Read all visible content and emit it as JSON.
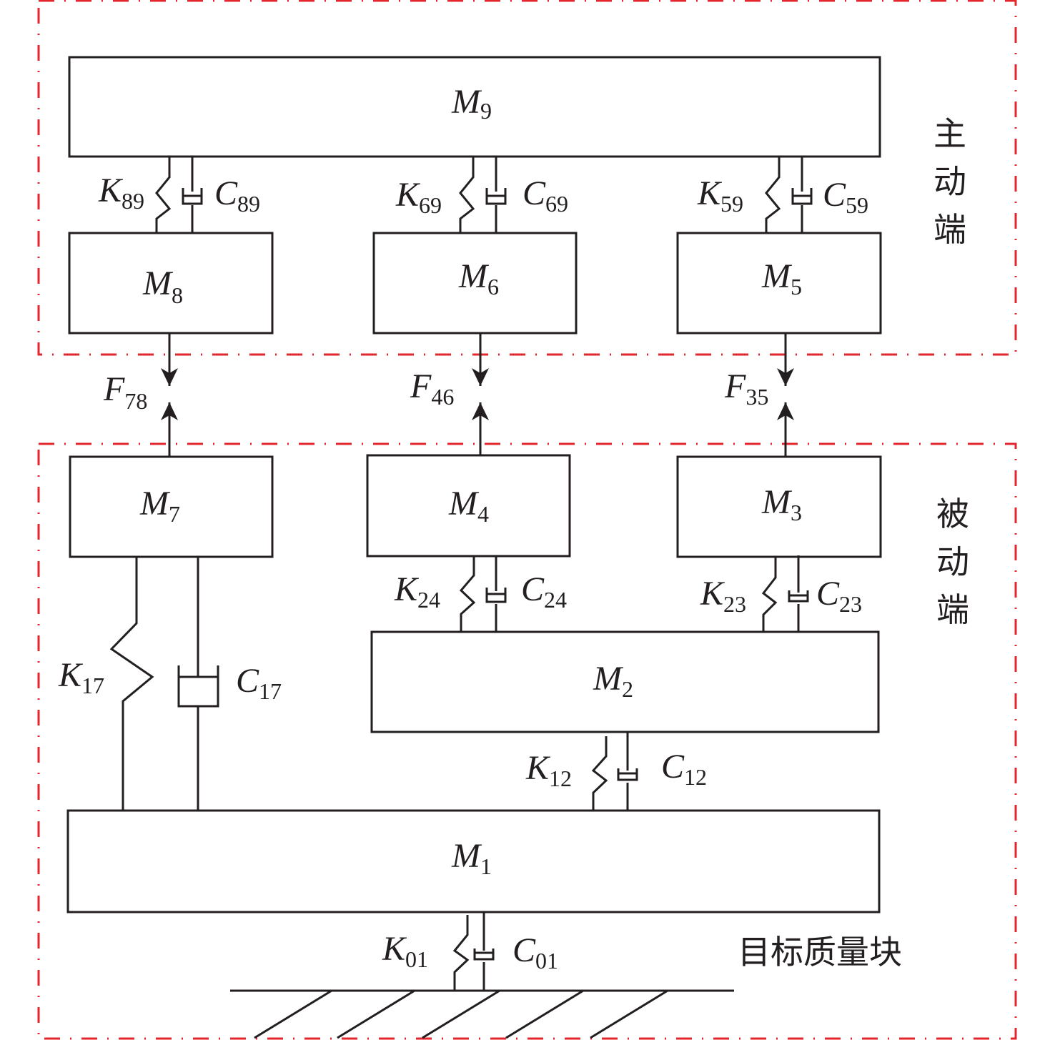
{
  "colors": {
    "line": "#231f20",
    "frame": "#e3262e",
    "background": "#ffffff"
  },
  "regions": {
    "active": {
      "label_chars": [
        "主",
        "动",
        "端"
      ]
    },
    "passive": {
      "label_chars": [
        "被",
        "动",
        "端"
      ]
    }
  },
  "target_label": "目标质量块",
  "masses": {
    "M9": {
      "main": "M",
      "sub": "9"
    },
    "M8": {
      "main": "M",
      "sub": "8"
    },
    "M6": {
      "main": "M",
      "sub": "6"
    },
    "M5": {
      "main": "M",
      "sub": "5"
    },
    "M7": {
      "main": "M",
      "sub": "7"
    },
    "M4": {
      "main": "M",
      "sub": "4"
    },
    "M3": {
      "main": "M",
      "sub": "3"
    },
    "M2": {
      "main": "M",
      "sub": "2"
    },
    "M1": {
      "main": "M",
      "sub": "1"
    }
  },
  "springs": {
    "K89": {
      "main": "K",
      "sub": "89"
    },
    "K69": {
      "main": "K",
      "sub": "69"
    },
    "K59": {
      "main": "K",
      "sub": "59"
    },
    "K24": {
      "main": "K",
      "sub": "24"
    },
    "K23": {
      "main": "K",
      "sub": "23"
    },
    "K17": {
      "main": "K",
      "sub": "17"
    },
    "K12": {
      "main": "K",
      "sub": "12"
    },
    "K01": {
      "main": "K",
      "sub": "01"
    }
  },
  "dampers": {
    "C89": {
      "main": "C",
      "sub": "89"
    },
    "C69": {
      "main": "C",
      "sub": "69"
    },
    "C59": {
      "main": "C",
      "sub": "59"
    },
    "C24": {
      "main": "C",
      "sub": "24"
    },
    "C23": {
      "main": "C",
      "sub": "23"
    },
    "C17": {
      "main": "C",
      "sub": "17"
    },
    "C12": {
      "main": "C",
      "sub": "12"
    },
    "C01": {
      "main": "C",
      "sub": "01"
    }
  },
  "forces": {
    "F78": {
      "main": "F",
      "sub": "78"
    },
    "F46": {
      "main": "F",
      "sub": "46"
    },
    "F35": {
      "main": "F",
      "sub": "35"
    }
  },
  "connections": [
    {
      "from": "M9",
      "to": "M8",
      "spring": "K89",
      "damper": "C89"
    },
    {
      "from": "M9",
      "to": "M6",
      "spring": "K69",
      "damper": "C69"
    },
    {
      "from": "M9",
      "to": "M5",
      "spring": "K59",
      "damper": "C59"
    },
    {
      "from": "M8",
      "to": "M7",
      "force": "F78"
    },
    {
      "from": "M6",
      "to": "M4",
      "force": "F46"
    },
    {
      "from": "M5",
      "to": "M3",
      "force": "F35"
    },
    {
      "from": "M4",
      "to": "M2",
      "spring": "K24",
      "damper": "C24"
    },
    {
      "from": "M3",
      "to": "M2",
      "spring": "K23",
      "damper": "C23"
    },
    {
      "from": "M7",
      "to": "M1",
      "spring": "K17",
      "damper": "C17"
    },
    {
      "from": "M2",
      "to": "M1",
      "spring": "K12",
      "damper": "C12"
    },
    {
      "from": "M1",
      "to": "ground",
      "spring": "K01",
      "damper": "C01"
    }
  ]
}
